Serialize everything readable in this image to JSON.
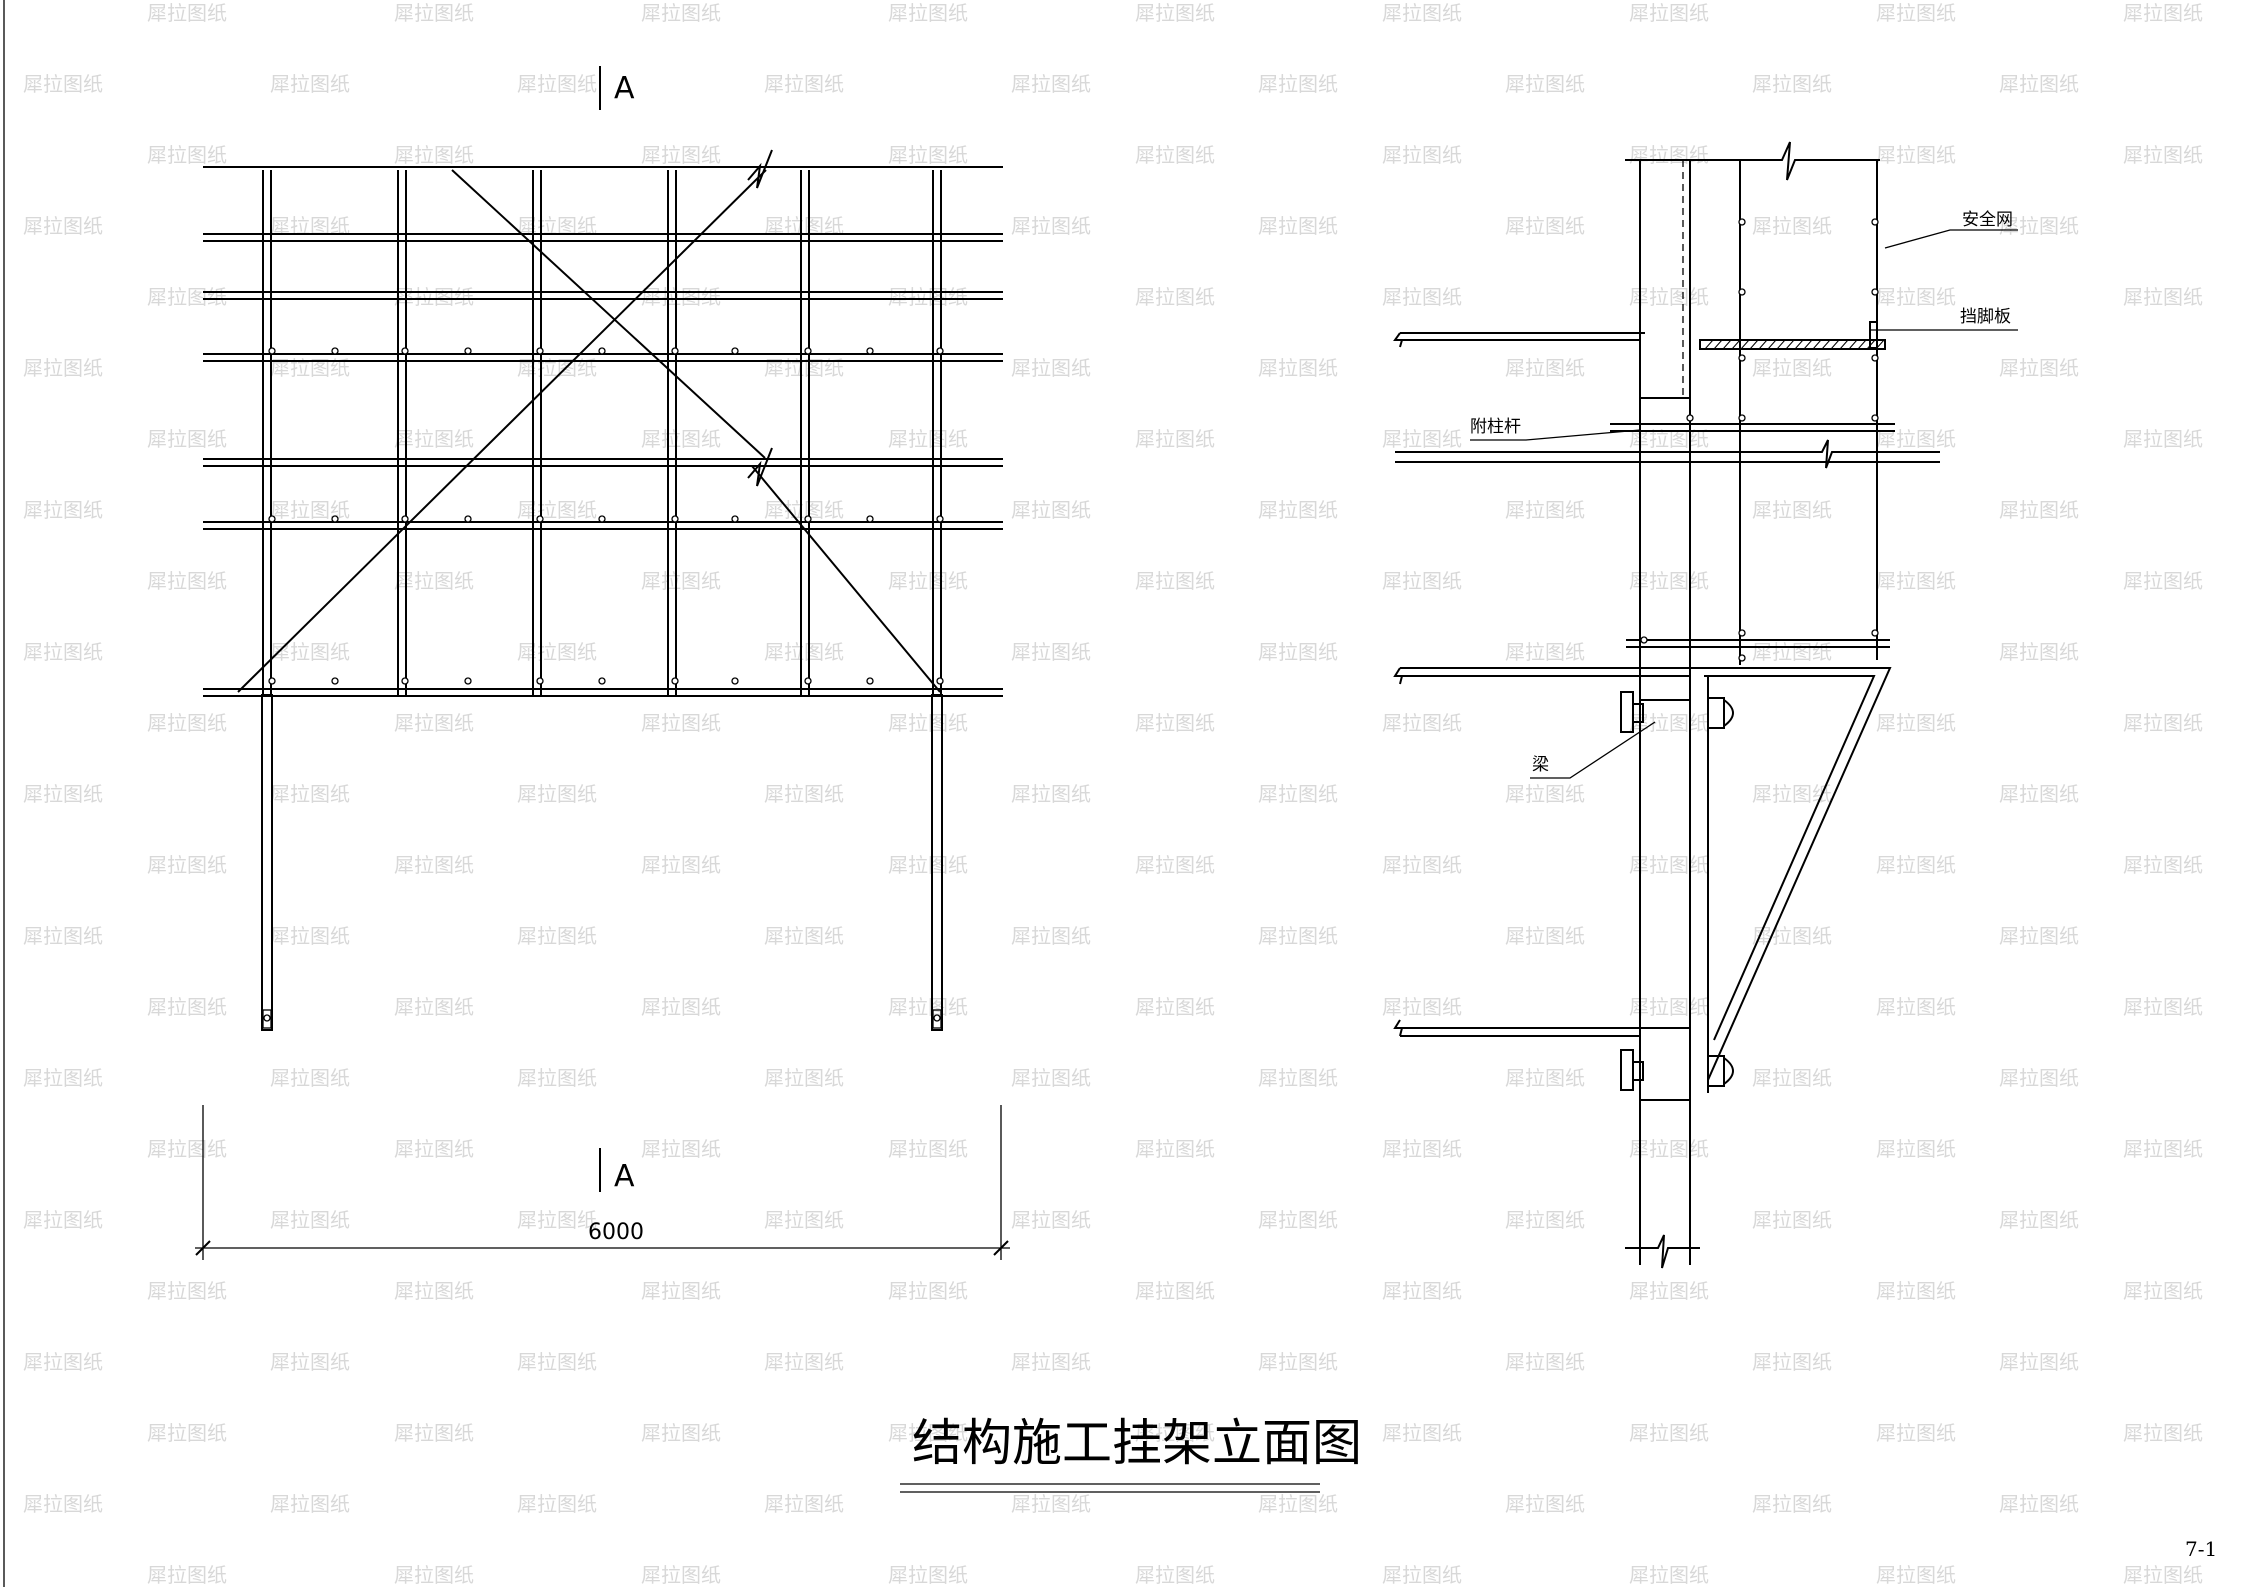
{
  "drawing_title": "结构施工挂架立面图",
  "page_number": "7-1",
  "left_elevation": {
    "section_mark_top": "A",
    "section_mark_bottom": "A",
    "dimension_label": "6000"
  },
  "right_section": {
    "labels": {
      "safety_net": "安全网",
      "toe_board": "挡脚板",
      "column_tie_rod": "附柱杆",
      "beam": "梁"
    }
  },
  "watermark_text": "犀拉图纸"
}
